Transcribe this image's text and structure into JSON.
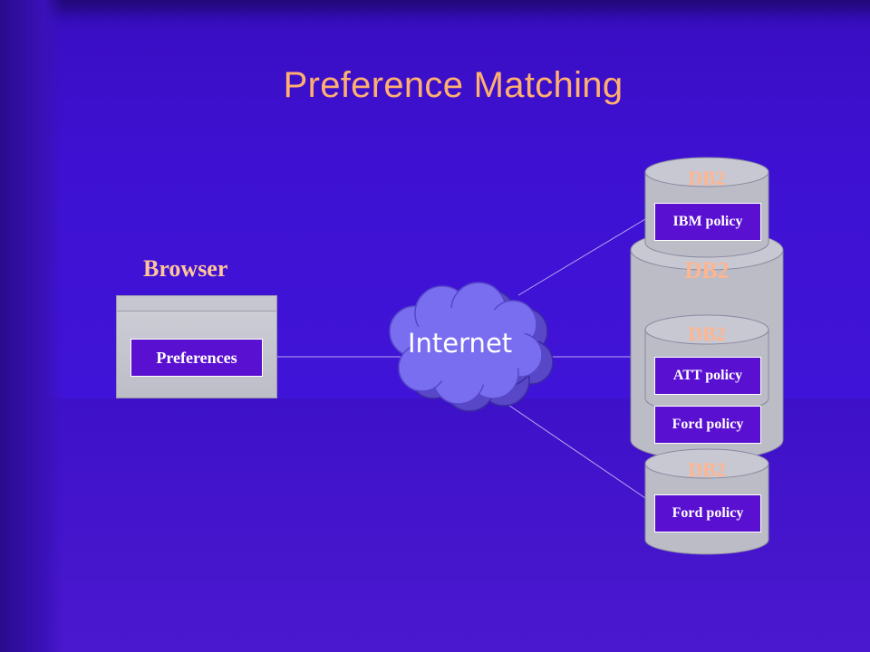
{
  "slide": {
    "title": "Preference Matching"
  },
  "browser": {
    "label": "Browser",
    "document_label": "Preferences"
  },
  "network": {
    "label": "Internet"
  },
  "databases": [
    {
      "name": "DB2",
      "policy": "IBM policy"
    },
    {
      "name": "DB2",
      "policy": "Ford policy"
    },
    {
      "name": "DB2",
      "policy": "ATT policy"
    },
    {
      "name": "DB2",
      "policy": "Ford policy"
    }
  ],
  "colors": {
    "background": "#3c10c8",
    "title": "#ffb070",
    "label": "#ffc59a",
    "db_title": "#ffb590",
    "document_fill": "#5a10d0",
    "cloud": "#7a6ef0"
  }
}
